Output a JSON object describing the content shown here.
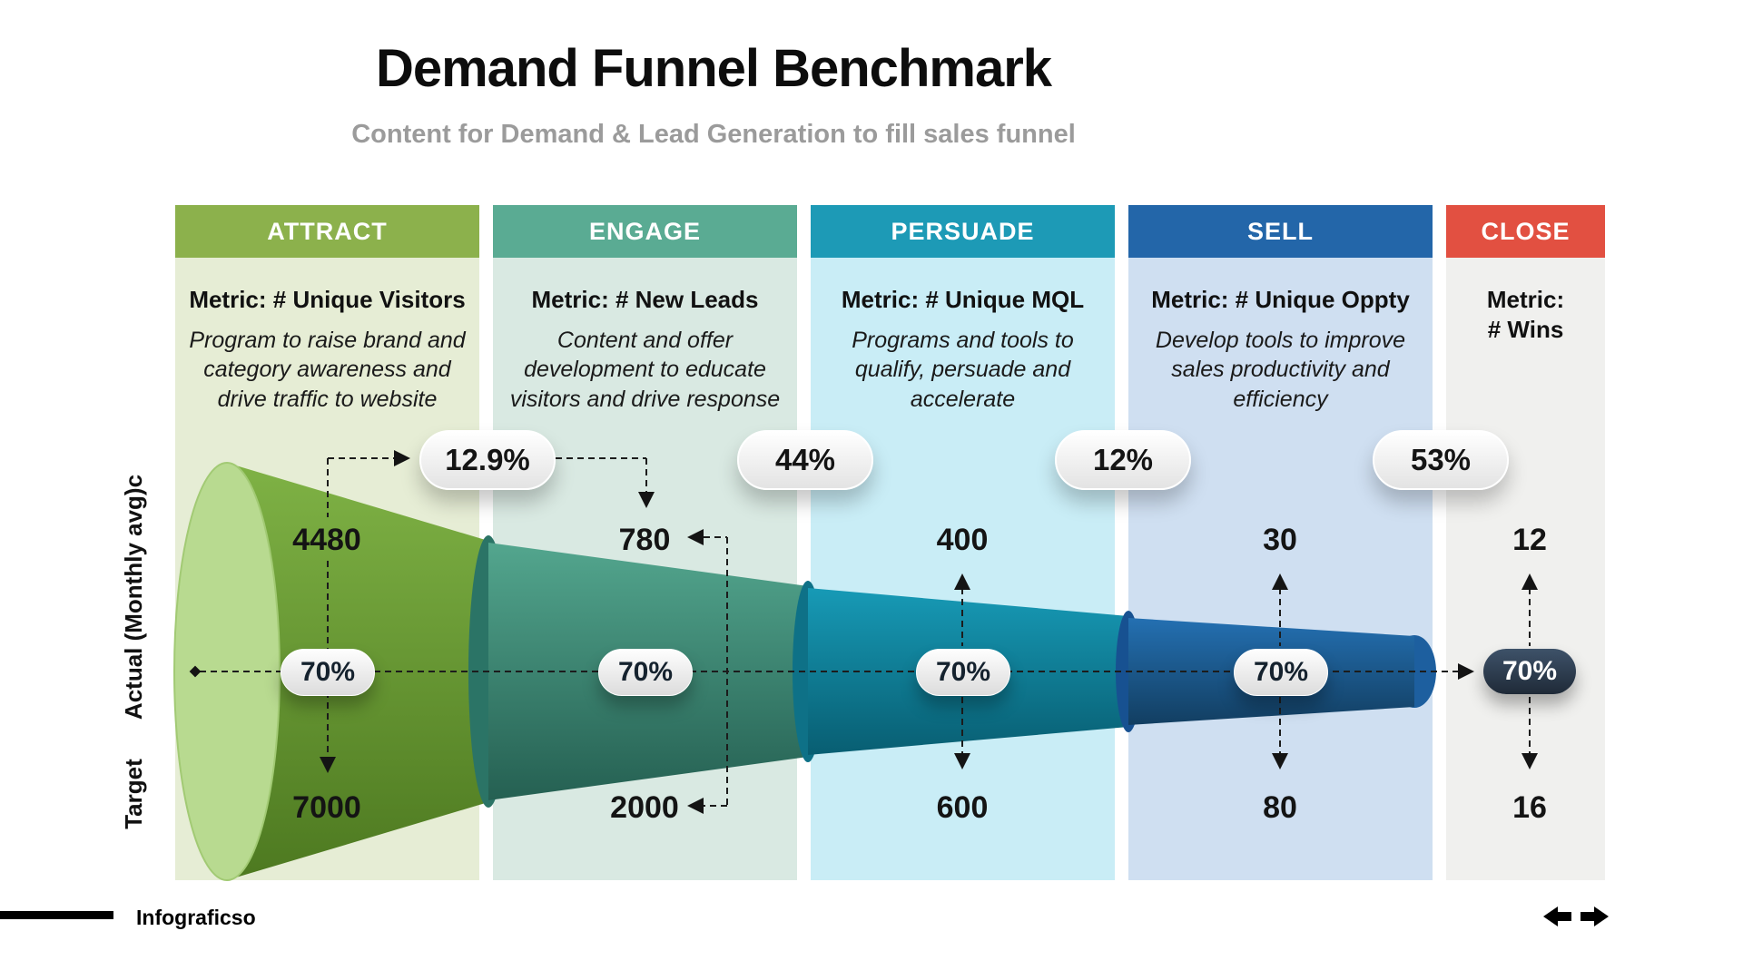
{
  "title": "Demand Funnel Benchmark",
  "subtitle": "Content for Demand & Lead Generation to fill sales funnel",
  "axis": {
    "actual_label": "Actual (Monthly avg)c",
    "target_label": "Target"
  },
  "stages": [
    {
      "label": "ATTRACT",
      "metric": "Metric: # Unique Visitors",
      "description": "Program to raise brand and category awareness and drive traffic to website",
      "actual": "4480",
      "target": "7000",
      "rate": "70%",
      "header_color": "#8cb14c",
      "bg_color": "#e6edd5",
      "funnel_color": "#7cae41"
    },
    {
      "label": "ENGAGE",
      "metric": "Metric: # New Leads",
      "description": "Content and offer development to educate visitors and drive response",
      "actual": "780",
      "target": "2000",
      "rate": "70%",
      "header_color": "#5aab93",
      "bg_color": "#d9e9e2",
      "funnel_color": "#53a68e"
    },
    {
      "label": "PERSUADE",
      "metric": "Metric: # Unique MQL",
      "description": "Programs and tools to qualify, persuade and accelerate",
      "actual": "400",
      "target": "600",
      "rate": "70%",
      "header_color": "#1d9ab6",
      "bg_color": "#c9edf6",
      "funnel_color": "#179ab6"
    },
    {
      "label": "SELL",
      "metric": "Metric: # Unique Oppty",
      "description": "Develop tools to improve sales productivity and efficiency",
      "actual": "30",
      "target": "80",
      "rate": "70%",
      "header_color": "#2366a9",
      "bg_color": "#cfdff1",
      "funnel_color": "#2470b2"
    },
    {
      "label": "CLOSE",
      "metric": "Metric:\n# Wins",
      "description": "",
      "actual": "12",
      "target": "16",
      "rate": "70%",
      "header_color": "#e25041",
      "bg_color": "#f0f0ee",
      "funnel_color": "#2e3f54"
    }
  ],
  "conversions": [
    {
      "value": "12.9%"
    },
    {
      "value": "44%"
    },
    {
      "value": "12%"
    },
    {
      "value": "53%"
    }
  ],
  "footer": {
    "brand": "Infograficso"
  }
}
